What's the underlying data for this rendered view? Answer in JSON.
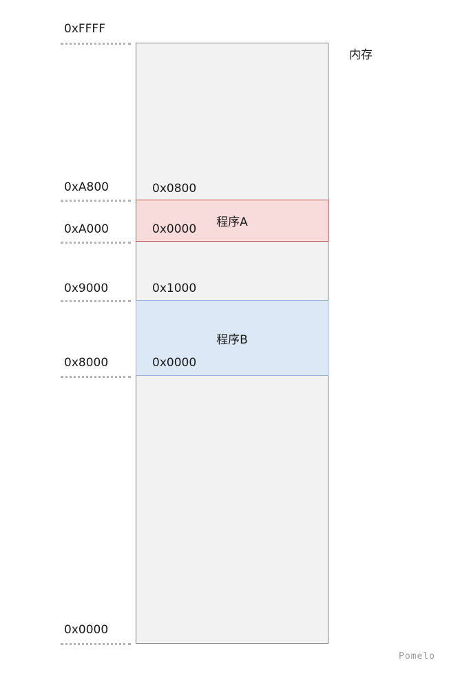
{
  "title": "内存",
  "watermark": "Pomelo",
  "physical_addresses": {
    "ffff": "0xFFFF",
    "a800": "0xA800",
    "a000": "0xA000",
    "x9000": "0x9000",
    "x8000": "0x8000",
    "x0000": "0x0000"
  },
  "program_a": {
    "label": "程序A",
    "offset_top": "0x0800",
    "offset_base": "0x0000"
  },
  "program_b": {
    "label": "程序B",
    "offset_top": "0x1000",
    "offset_base": "0x0000"
  },
  "colors": {
    "memory_fill": "#f2f2f2",
    "memory_border": "#808080",
    "program_a_fill": "#f8dcdb",
    "program_a_border": "#c0504d",
    "program_b_fill": "#dde8f7",
    "program_b_border": "#95b3d7"
  }
}
